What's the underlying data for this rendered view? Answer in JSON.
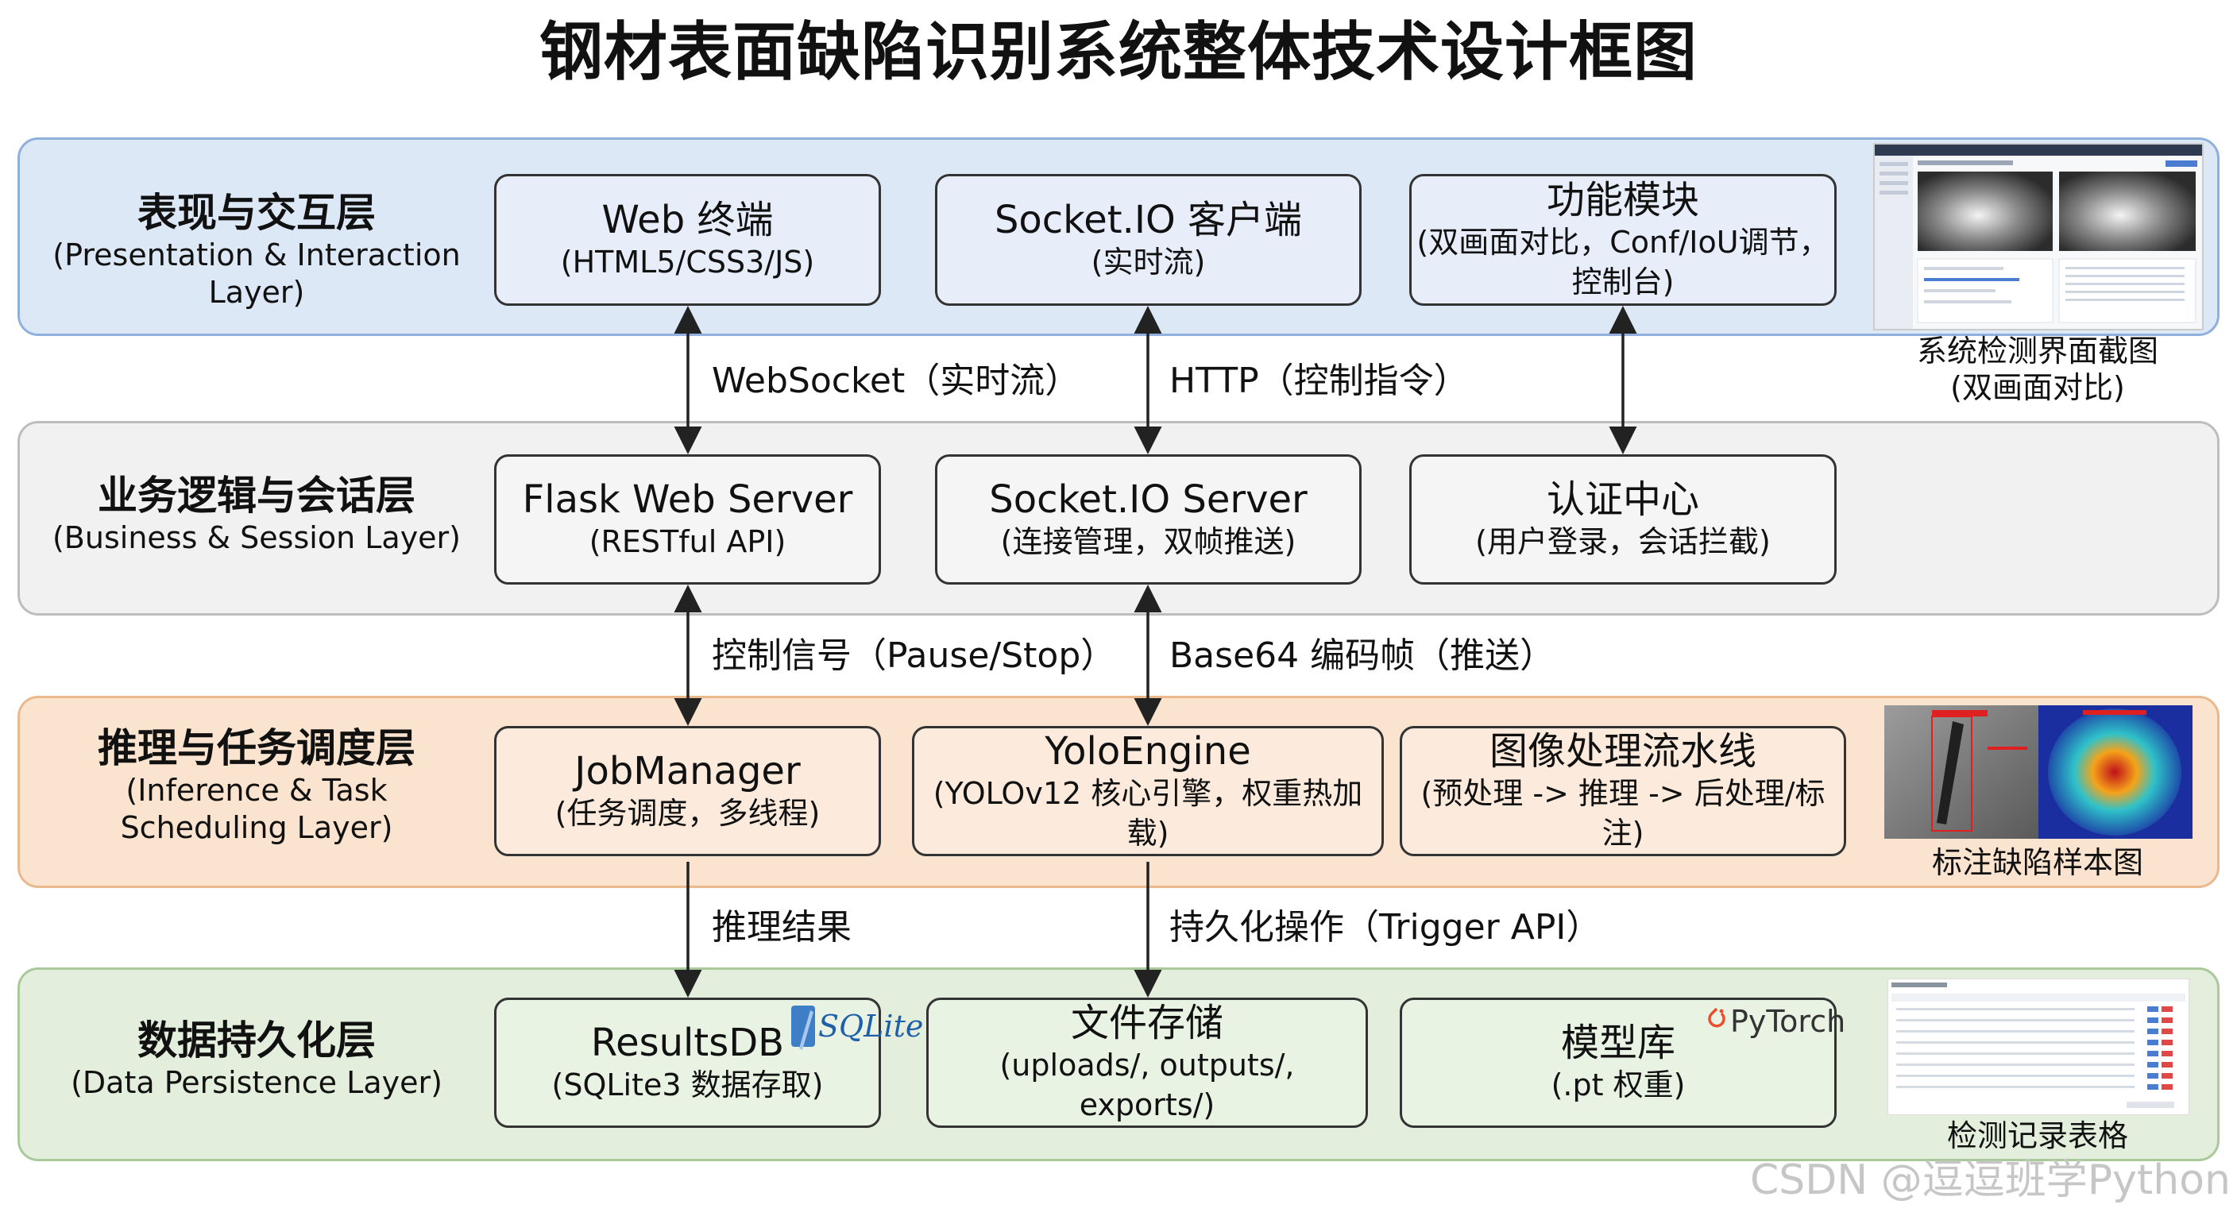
{
  "title": "钢材表面缺陷识别系统整体技术设计框图",
  "layers": [
    {
      "zh": "表现与交互层",
      "en": "(Presentation & Interaction Layer)"
    },
    {
      "zh": "业务逻辑与会话层",
      "en": "(Business & Session Layer)"
    },
    {
      "zh": "推理与任务调度层",
      "en_line1": "(Inference & Task",
      "en_line2": "Scheduling Layer)"
    },
    {
      "zh": "数据持久化层",
      "en": "(Data Persistence Layer)"
    }
  ],
  "boxes": {
    "web_terminal": {
      "t1": "Web 终端",
      "t2": "(HTML5/CSS3/JS)"
    },
    "socketio_client": {
      "t1": "Socket.IO 客户端",
      "t2": "(实时流)"
    },
    "function_module": {
      "t1": "功能模块",
      "t2": "(双画面对比，Conf/IoU调节，",
      "t3": "控制台)"
    },
    "flask_server": {
      "t1": "Flask Web Server",
      "t2": "(RESTful API)"
    },
    "socketio_server": {
      "t1": "Socket.IO Server",
      "t2": "(连接管理，双帧推送)"
    },
    "auth_center": {
      "t1": "认证中心",
      "t2": "(用户登录，会话拦截)"
    },
    "job_manager": {
      "t1": "JobManager",
      "t2": "(任务调度，多线程)"
    },
    "yolo_engine": {
      "t1": "YoloEngine",
      "t2": "(YOLOv12 核心引擎，权重热加载)"
    },
    "image_pipeline": {
      "t1": "图像处理流水线",
      "t2": "(预处理 -> 推理 -> 后处理/标注)"
    },
    "results_db": {
      "t1": "ResultsDB",
      "t2": "(SQLite3 数据存取)"
    },
    "file_storage": {
      "t1": "文件存储",
      "t2": "(uploads/, outputs/, exports/)"
    },
    "model_repo": {
      "t1": "模型库",
      "t2": "(.pt 权重)"
    }
  },
  "edges": {
    "websocket": "WebSocket（实时流）",
    "http": "HTTP（控制指令）",
    "control_signal": "控制信号（Pause/Stop）",
    "base64": "Base64 编码帧（推送）",
    "infer_result": "推理结果",
    "persist_op": "持久化操作（Trigger API）"
  },
  "captions": {
    "screenshot_line1": "系统检测界面截图",
    "screenshot_line2": "(双画面对比)",
    "defect_sample": "标注缺陷样本图",
    "records_table": "检测记录表格"
  },
  "logos": {
    "sqlite": "SQLite",
    "pytorch": "PyTorch"
  },
  "watermark": "CSDN @逗逗班学Python",
  "colors": {
    "presentation": "#dde8f7",
    "business": "#f1f1f1",
    "inference": "#fbe4cf",
    "persistence": "#e3efdc"
  }
}
